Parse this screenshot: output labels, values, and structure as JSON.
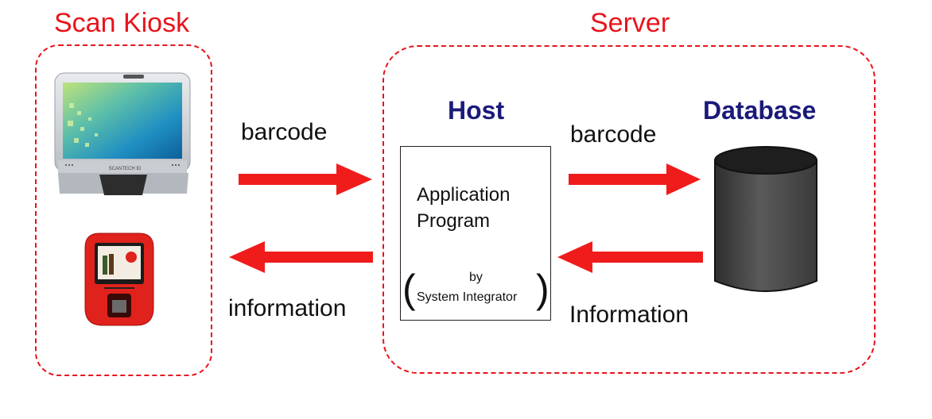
{
  "groups": {
    "kiosk": {
      "title": "Scan Kiosk"
    },
    "server": {
      "title": "Server"
    }
  },
  "nodes": {
    "host": {
      "title": "Host",
      "program_line1": "Application",
      "program_line2": "Program",
      "by": "by",
      "integrator": "System Integrator",
      "paren_open": "(",
      "paren_close": ")"
    },
    "database": {
      "title": "Database"
    }
  },
  "flows": {
    "kiosk_to_host": "barcode",
    "host_to_kiosk": "information",
    "host_to_db": "barcode",
    "db_to_host": "Information"
  },
  "colors": {
    "accent": "#e8141b",
    "title_navy": "#1a1a7a",
    "arrow": "#f01c1c",
    "db_body": "#4a4a4a"
  },
  "icons": [
    "kiosk-monitor-icon",
    "kiosk-red-scanner-icon",
    "database-cylinder-icon"
  ]
}
